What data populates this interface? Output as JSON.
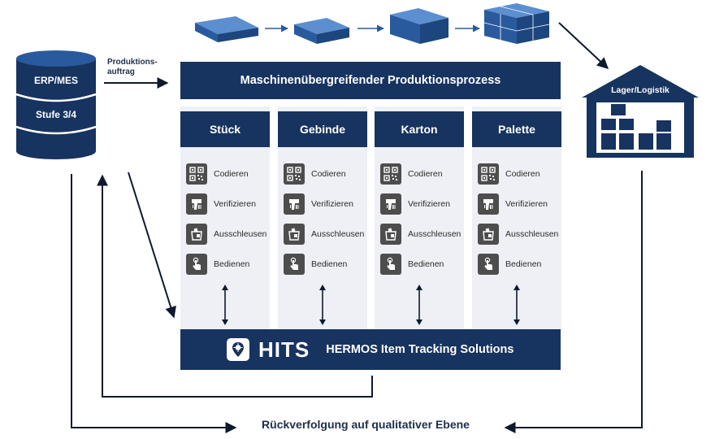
{
  "erp": {
    "line1": "ERP/MES",
    "line2": "Stufe 3/4"
  },
  "order_label": {
    "line1": "Produktions-",
    "line2": "auftrag"
  },
  "process_title": "Maschinenübergreifender Produktionsprozess",
  "columns": [
    {
      "title": "Stück"
    },
    {
      "title": "Gebinde"
    },
    {
      "title": "Karton"
    },
    {
      "title": "Palette"
    }
  ],
  "functions": [
    {
      "label": "Codieren",
      "icon": "qr-code-icon"
    },
    {
      "label": "Verifizieren",
      "icon": "scanner-icon"
    },
    {
      "label": "Ausschleusen",
      "icon": "reject-bin-icon"
    },
    {
      "label": "Bedienen",
      "icon": "touch-hand-icon"
    }
  ],
  "hits": {
    "logo": "HITS",
    "name": "HERMOS Item Tracking Solutions"
  },
  "warehouse": {
    "label": "Lager/Logistik"
  },
  "trace_label": "Rückverfolgung auf qualitativer Ebene",
  "colors": {
    "navy": "#17335f",
    "blue": "#2a5a9e",
    "light": "#eef0f5",
    "icon_bg": "#4d4d4d"
  }
}
